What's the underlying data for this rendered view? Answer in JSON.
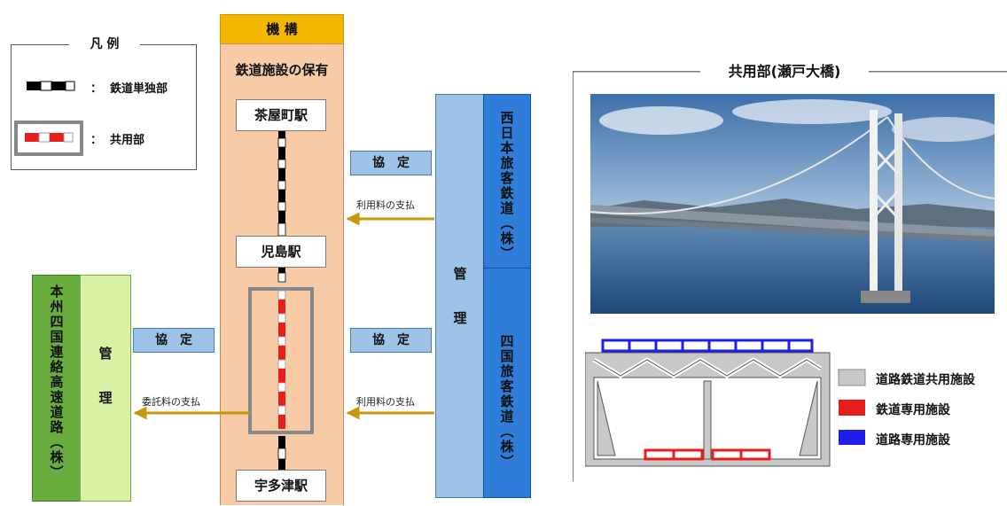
{
  "legend": {
    "title": "凡 例",
    "items": [
      {
        "sep": "：",
        "label": "鉄道単独部"
      },
      {
        "sep": "：",
        "label": "共用部"
      }
    ]
  },
  "organization": {
    "header": "機 構",
    "subtitle": "鉄道施設の保有",
    "stations": [
      "茶屋町駅",
      "児島駅",
      "宇多津駅"
    ]
  },
  "right": {
    "management": [
      "管",
      "理"
    ],
    "jr_west": [
      "西",
      "日",
      "本",
      "旅",
      "客",
      "鉄",
      "道",
      "︵",
      "株",
      "︶"
    ],
    "jr_shikoku": [
      "四",
      "国",
      "旅",
      "客",
      "鉄",
      "道",
      "︵",
      "株",
      "︶"
    ],
    "agreement": "協　定",
    "usage_fee": "利用料の支払"
  },
  "left": {
    "company": [
      "本",
      "州",
      "四",
      "国",
      "連",
      "絡",
      "高",
      "速",
      "道",
      "路",
      "︵",
      "株",
      "︶"
    ],
    "management": [
      "管",
      "理"
    ],
    "agreement": "協　定",
    "consign_fee": "委託料の支払"
  },
  "bridge": {
    "title": "共用部(瀬戸大橋)",
    "legend": [
      "道路鉄道共用施設",
      "鉄道専用施設",
      "道路専用施設"
    ]
  },
  "colors": {
    "gold": "#f5b800",
    "peach": "#f7cba6",
    "light_blue": "#9dc3e6",
    "blue": "#2e7ed9",
    "green": "#6aad3f",
    "light_green": "#d9f2a6",
    "arrow": "#c8960a",
    "rail_red": "#e61e1e",
    "road_blue": "#1e1ee6",
    "shared_gray": "#c8c8c8"
  }
}
